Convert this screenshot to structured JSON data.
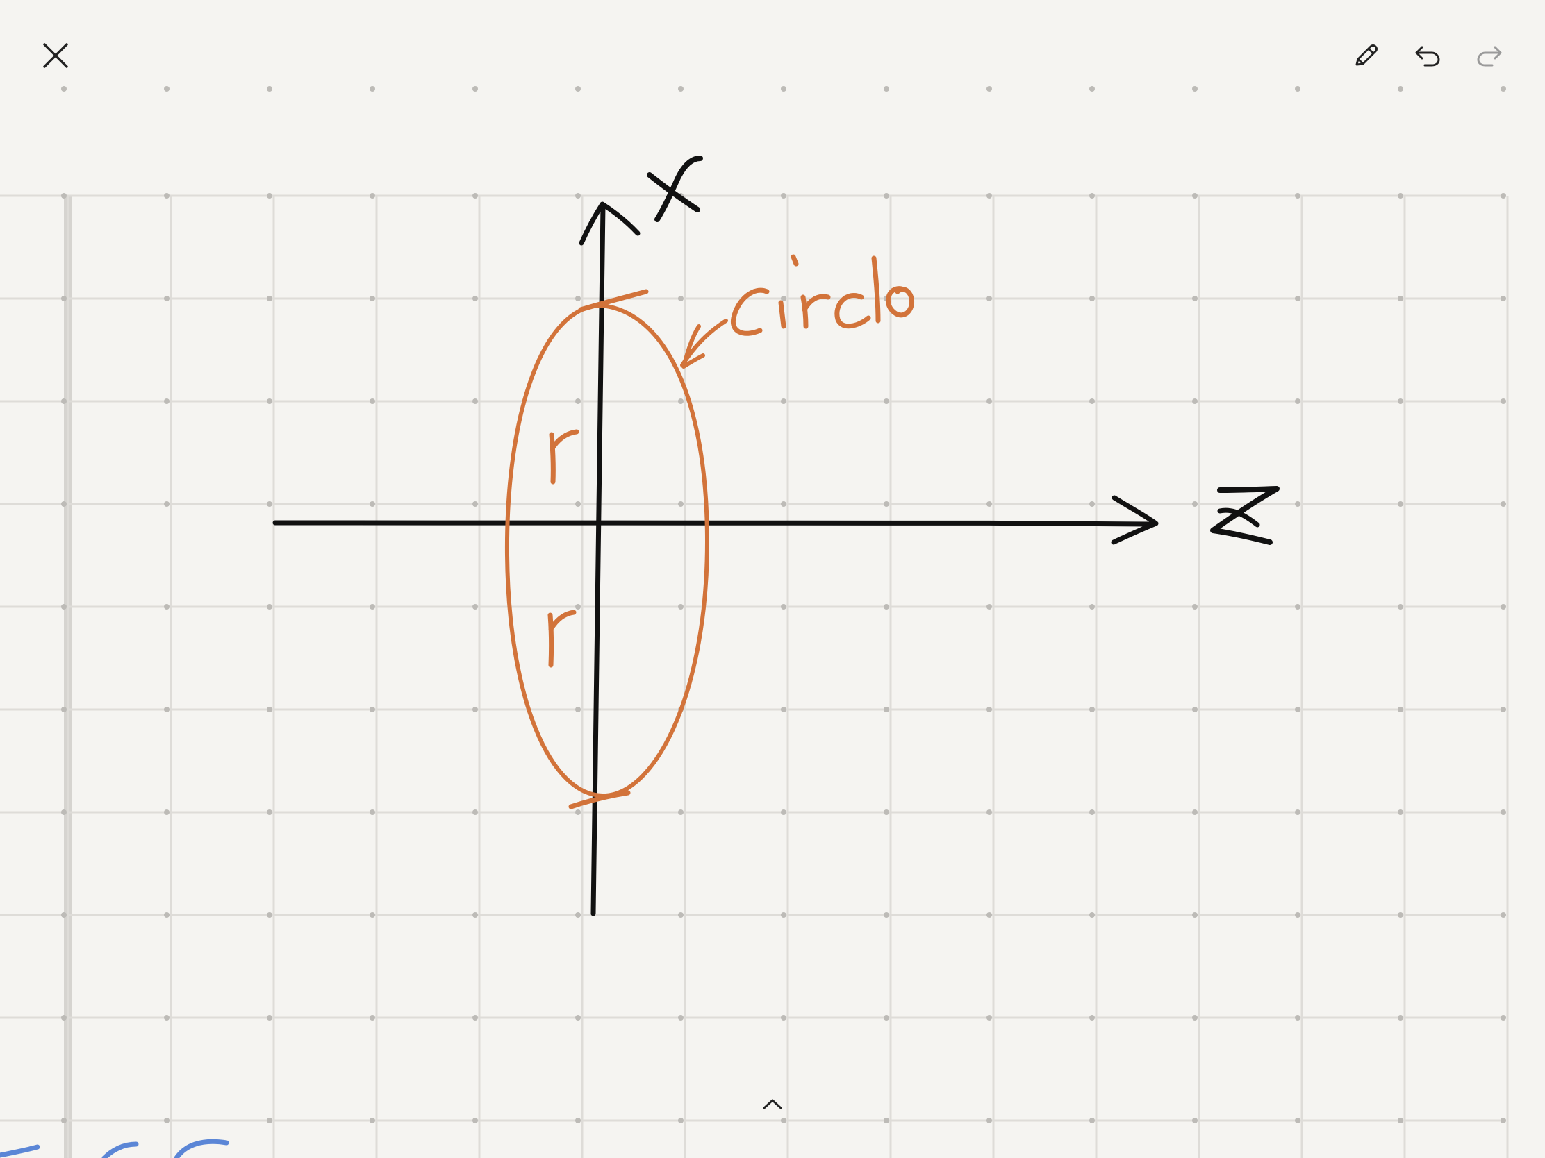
{
  "colors": {
    "background": "#f5f4f1",
    "grid_line": "#dedcd8",
    "grid_dot": "#bdbbb7",
    "ink_black": "#111111",
    "ink_orange": "#d2733a",
    "ink_blue": "#5b86d6",
    "icon": "#222222",
    "icon_disabled": "#9a9a9a"
  },
  "toolbar": {
    "close_icon": "close-icon",
    "pen_icon": "pen-icon",
    "undo_icon": "undo-icon",
    "redo_icon": "redo-icon",
    "redo_enabled": false
  },
  "drawing": {
    "handwritten_labels": [
      "x",
      "z",
      "circle",
      "r",
      "r"
    ]
  },
  "expand_handle_icon": "chevron-up-icon"
}
